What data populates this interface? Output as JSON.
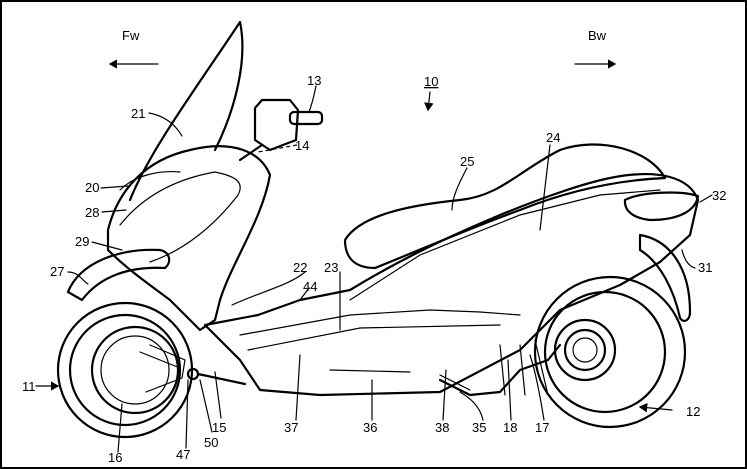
{
  "directions": {
    "forward": "Fw",
    "backward": "Bw"
  },
  "reference_numeral": "10",
  "part_labels": [
    {
      "id": "l13",
      "text": "13"
    },
    {
      "id": "l14",
      "text": "14"
    },
    {
      "id": "l21",
      "text": "21"
    },
    {
      "id": "l20",
      "text": "20"
    },
    {
      "id": "l28",
      "text": "28"
    },
    {
      "id": "l29",
      "text": "29"
    },
    {
      "id": "l27",
      "text": "27"
    },
    {
      "id": "l11",
      "text": "11"
    },
    {
      "id": "l16",
      "text": "16"
    },
    {
      "id": "l47",
      "text": "47"
    },
    {
      "id": "l50",
      "text": "50"
    },
    {
      "id": "l15",
      "text": "15"
    },
    {
      "id": "l22",
      "text": "22"
    },
    {
      "id": "l44",
      "text": "44"
    },
    {
      "id": "l23",
      "text": "23"
    },
    {
      "id": "l37",
      "text": "37"
    },
    {
      "id": "l36",
      "text": "36"
    },
    {
      "id": "l38",
      "text": "38"
    },
    {
      "id": "l35",
      "text": "35"
    },
    {
      "id": "l18",
      "text": "18"
    },
    {
      "id": "l17",
      "text": "17"
    },
    {
      "id": "l12",
      "text": "12"
    },
    {
      "id": "l25",
      "text": "25"
    },
    {
      "id": "l24",
      "text": "24"
    },
    {
      "id": "l32",
      "text": "32"
    },
    {
      "id": "l31",
      "text": "31"
    }
  ]
}
